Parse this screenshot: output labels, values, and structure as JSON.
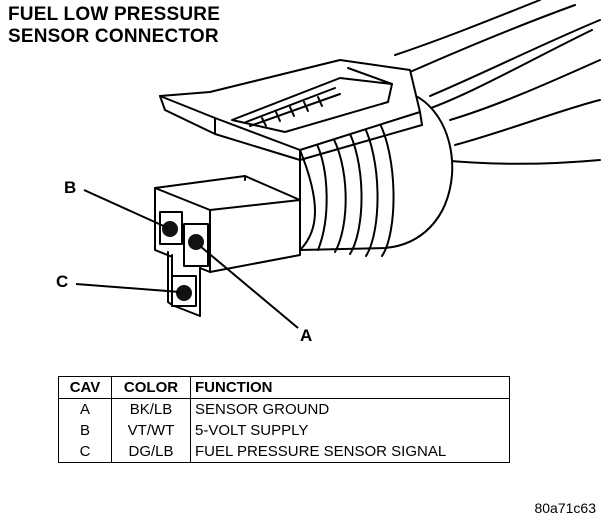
{
  "title": {
    "line1": "FUEL LOW PRESSURE",
    "line2": "SENSOR CONNECTOR"
  },
  "callouts": {
    "a": "A",
    "b": "B",
    "c": "C"
  },
  "table": {
    "headers": [
      "CAV",
      "COLOR",
      "FUNCTION"
    ],
    "rows": [
      [
        "A",
        "BK/LB",
        "SENSOR GROUND"
      ],
      [
        "B",
        "VT/WT",
        "5-VOLT SUPPLY"
      ],
      [
        "C",
        "DG/LB",
        "FUEL PRESSURE SENSOR SIGNAL"
      ]
    ]
  },
  "figure_code": "80a71c63"
}
